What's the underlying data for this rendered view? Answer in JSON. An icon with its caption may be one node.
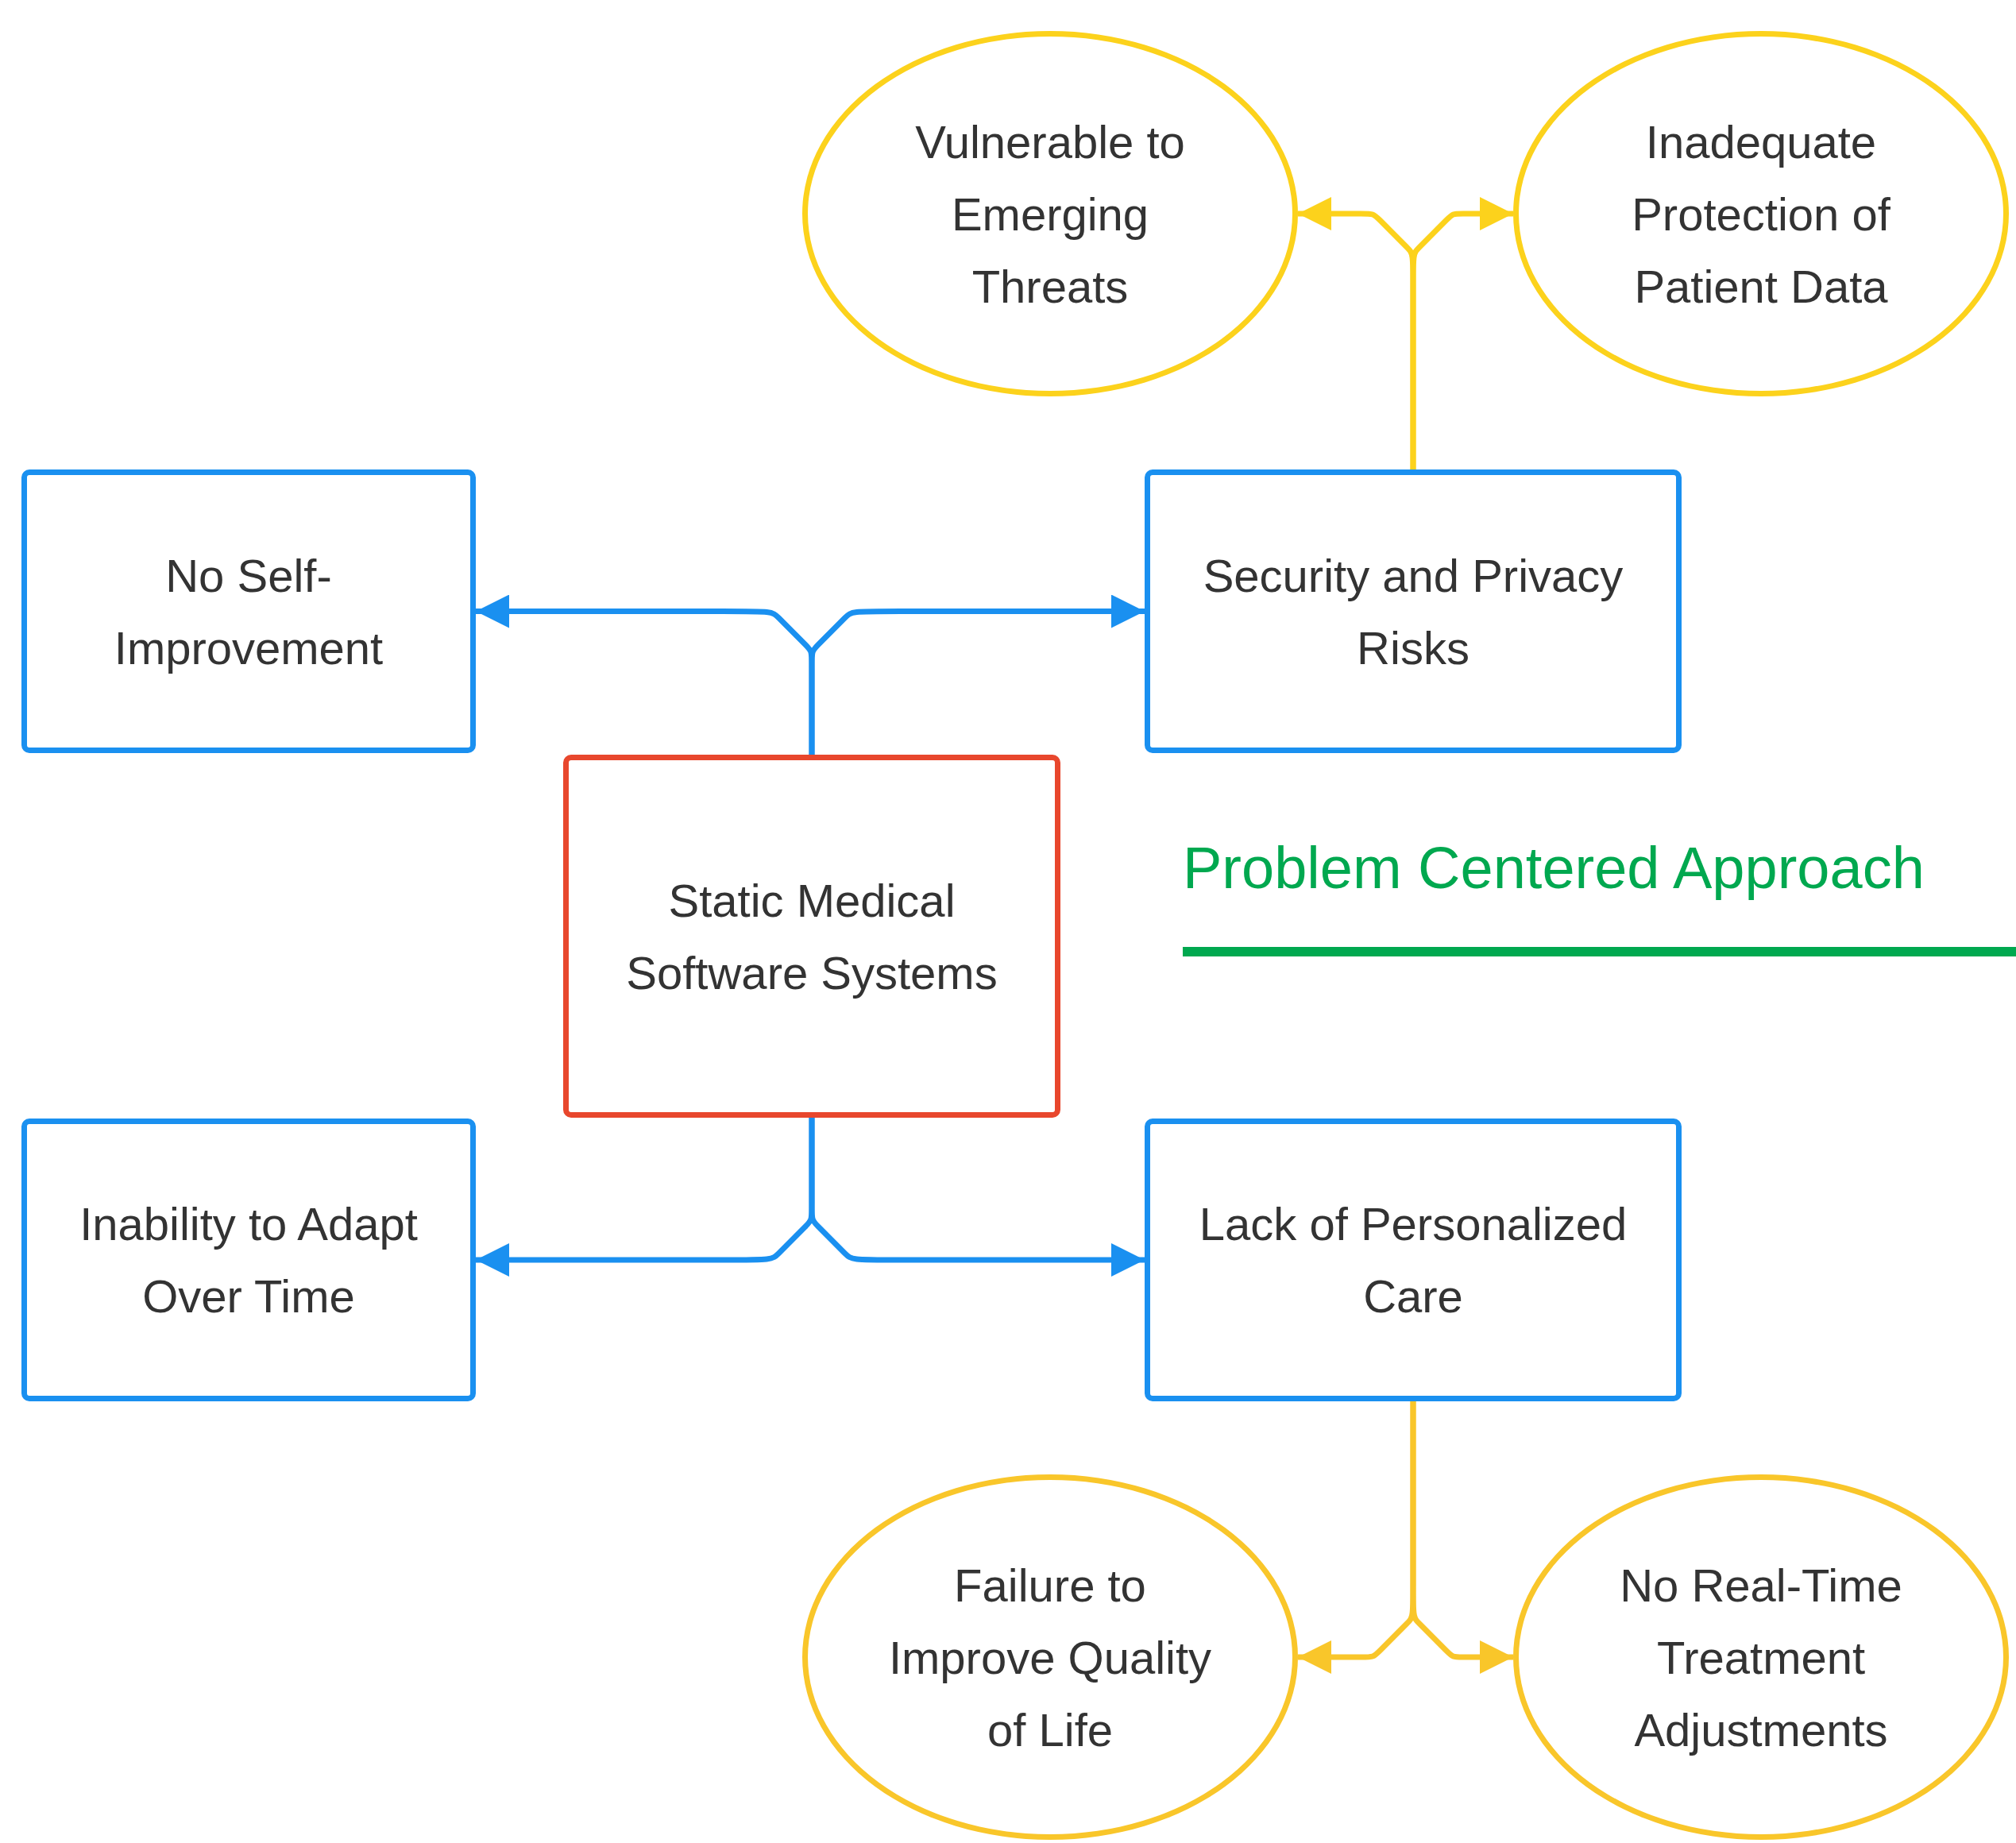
{
  "diagram": {
    "nodes": [
      {
        "text": [
          "Static Medical Software Systems"
        ]
      },
      {
        "text": [
          "No Self-Improvement"
        ]
      },
      {
        "text": [
          "Security and Privacy Risks"
        ]
      },
      {
        "text": [
          "Inability to Adapt Over Time"
        ]
      },
      {
        "text": [
          "Lack of Personalized Care"
        ]
      },
      {
        "text": [
          "Vulnerable to Emerging Threats"
        ]
      },
      {
        "text": [
          "Inadequate Protection of Patient Data"
        ]
      },
      {
        "text": [
          "Failure to Improve Quality of Life"
        ]
      },
      {
        "text": [
          "No Real-Time Treatment Adjustments"
        ]
      }
    ],
    "edges": [
      {
        "from": 0,
        "to": 1,
        "arrow": "to"
      },
      {
        "from": 0,
        "to": 2,
        "arrow": "to"
      },
      {
        "from": 0,
        "to": 3,
        "arrow": "to"
      },
      {
        "from": 0,
        "to": 4,
        "arrow": "to"
      },
      {
        "from": 2,
        "to": 5,
        "arrow": "to",
        "color": "#fcd21c"
      },
      {
        "from": 2,
        "to": 6,
        "arrow": "to",
        "color": "#fcd21c"
      },
      {
        "from": 4,
        "to": 7,
        "arrow": "to",
        "color": "#f9c62a"
      },
      {
        "from": 4,
        "to": 8,
        "arrow": "to",
        "color": "#f9c62a"
      }
    ],
    "labels": [
      "Problem Centered Approach"
    ]
  }
}
